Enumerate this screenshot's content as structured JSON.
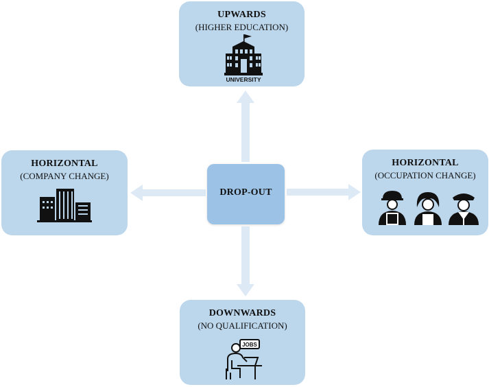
{
  "center": {
    "label": "DROP-OUT"
  },
  "upwards": {
    "title": "UPWARDS",
    "subtitle": "(HIGHER EDUCATION)",
    "icon": "university-icon",
    "icon_label": "UNIVERSITY"
  },
  "horizontal_company": {
    "title": "HORIZONTAL",
    "subtitle": "(COMPANY CHANGE)",
    "icon": "office-buildings-icon"
  },
  "horizontal_occupation": {
    "title": "HORIZONTAL",
    "subtitle": "(OCCUPATION CHANGE)",
    "icon": "workers-icon"
  },
  "downwards": {
    "title": "DOWNWARDS",
    "subtitle": "(NO QUALIFICATION)",
    "icon": "job-search-icon",
    "icon_label": "JOBS"
  },
  "colors": {
    "node_fill": "#bcd6ec",
    "center_fill": "#9cc3e6",
    "arrow": "#dbe8f5",
    "icon": "#111111"
  }
}
